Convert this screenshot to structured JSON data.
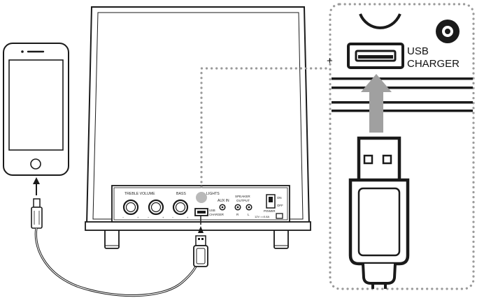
{
  "panel": {
    "treble_volume": "TREBLE VOLUME",
    "bass": "BASS",
    "lights": "LIGHTS",
    "aux_in": "AUX IN",
    "speaker_output_line1": "SPEAKER",
    "speaker_output_line2": "OUTPUT",
    "usb_charger_line1": "USB",
    "usb_charger_line2": "CHARGER",
    "switch_on": "ON",
    "switch_off": "OFF",
    "power": "POWER",
    "dc_in": "12V ==0.8A",
    "right_jack": "R",
    "left_jack": "L",
    "knob_minus": "−",
    "knob_plus": "+"
  },
  "callout": {
    "usb_label_line1": "USB",
    "usb_label_line2": "CHARGER",
    "plus_mark": "+"
  }
}
